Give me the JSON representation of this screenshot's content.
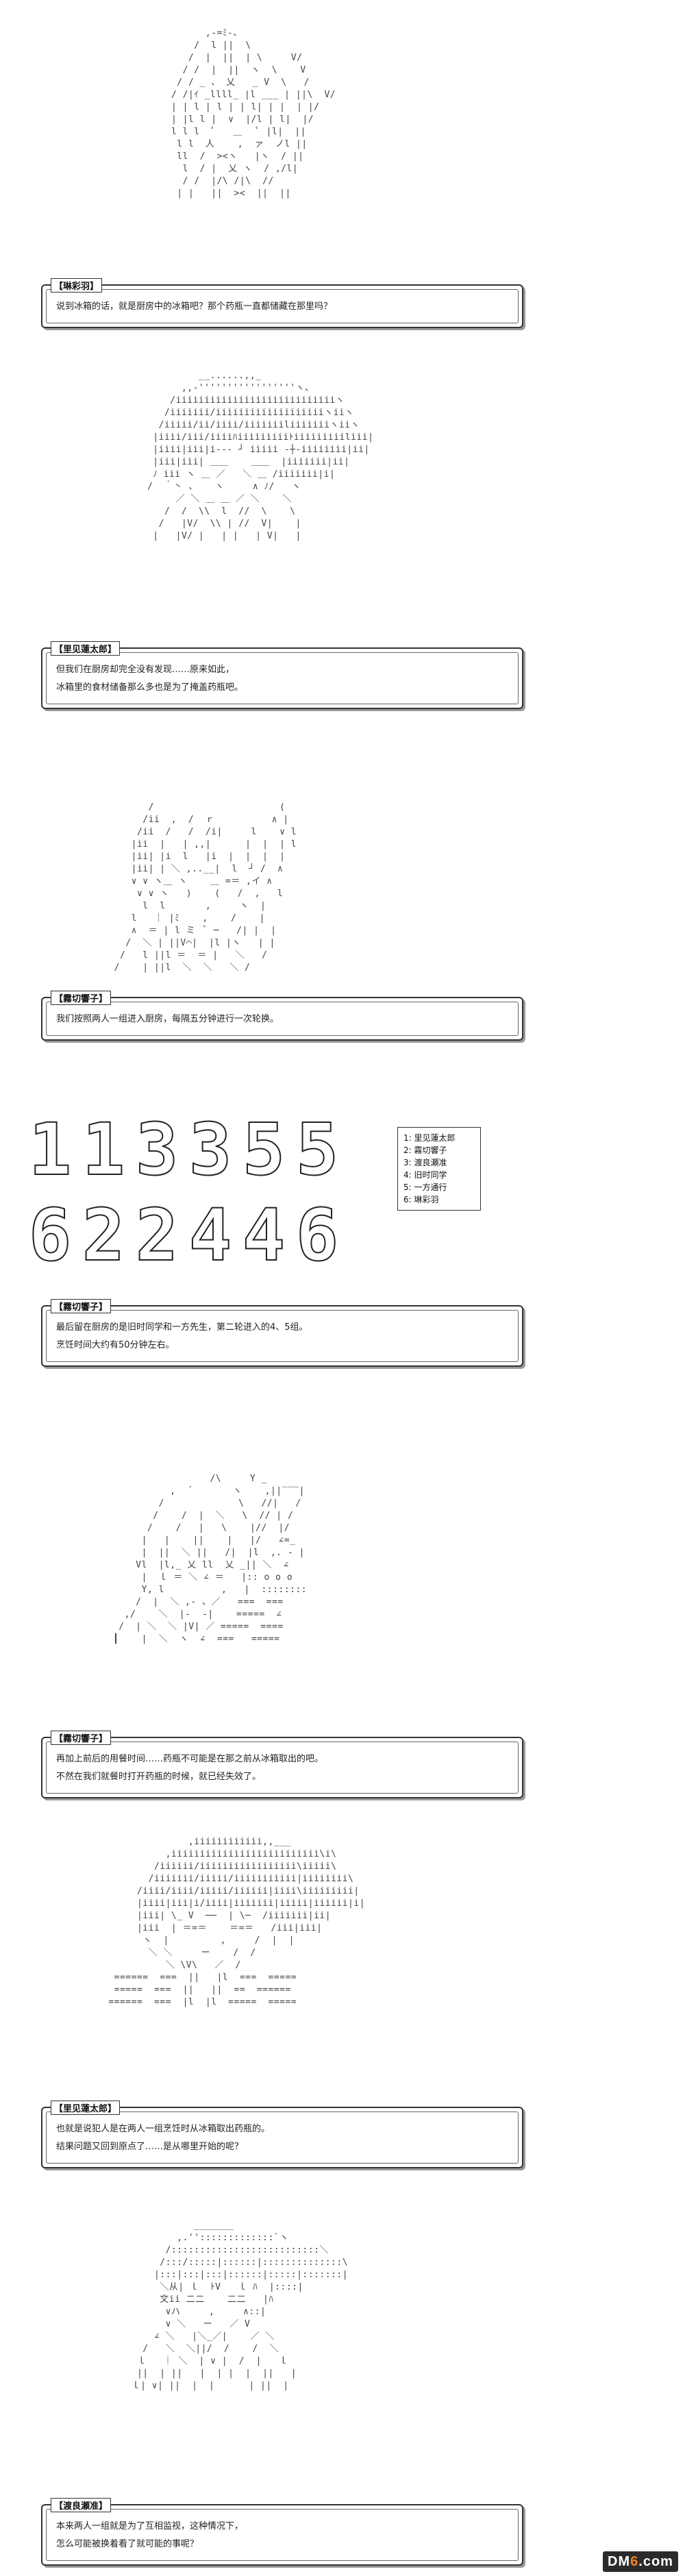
{
  "panels": [
    {
      "speaker": "【琳彩羽】",
      "lines": [
        "说到冰箱的话，就是厨房中的冰箱吧？那个药瓶一直都储藏在那里吗？"
      ]
    },
    {
      "speaker": "【里见蓮太郎】",
      "lines": [
        "但我们在厨房却完全没有发现……原来如此，",
        "冰箱里的食材储备那么多也是为了掩盖药瓶吧。"
      ]
    },
    {
      "speaker": "【霧切響子】",
      "lines": [
        "我们按照两人一组进入厨房，每隔五分钟进行一次轮换。"
      ]
    },
    {
      "speaker": "【霧切響子】",
      "lines": [
        "最后留在厨房的是旧时同学和一方先生，第二轮进入的4、5组。",
        "烹饪时间大约有50分钟左右。"
      ]
    },
    {
      "speaker": "【霧切響子】",
      "lines": [
        "再加上前后的用餐时间……药瓶不可能是在那之前从冰箱取出的吧。",
        "不然在我们就餐时打开药瓶的时候，就已经失效了。"
      ]
    },
    {
      "speaker": "【里见蓮太郎】",
      "lines": [
        "也就是说犯人是在两人一组烹饪时从冰箱取出药瓶的。",
        "结果问题又回到原点了……是从哪里开始的呢？"
      ]
    },
    {
      "speaker": "【渡良瀬准】",
      "lines": [
        "本来两人一组就是为了互相监视，这种情况下，",
        "怎么可能被换着看了就可能的事呢？"
      ]
    }
  ],
  "schedule": {
    "top_digits": [
      "1",
      "1",
      "3",
      "3",
      "5",
      "5"
    ],
    "bottom_digits": [
      "6",
      "2",
      "2",
      "4",
      "4",
      "6"
    ],
    "legend": [
      "1: 里见蓮太郎",
      "2: 霧切響子",
      "3: 渡良瀬准",
      "4: 旧时同学",
      "5: 一方通行",
      "6: 琳彩羽"
    ]
  },
  "logo": {
    "text_main": "DM",
    "text_accent": "6",
    "text_tail": ".com"
  }
}
